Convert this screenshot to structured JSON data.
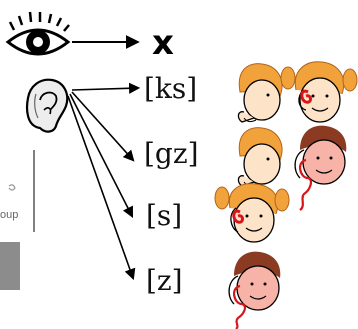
{
  "grapheme": "x",
  "phonemes": [
    {
      "text": "[ks]",
      "cues": [
        "mouth-touch",
        "ear-touch-girl"
      ]
    },
    {
      "text": "[gz]",
      "cues": [
        "mouth-touch",
        "ear-touch-boy"
      ]
    },
    {
      "text": "[s]",
      "cues": [
        "ear-touch-girl"
      ]
    },
    {
      "text": "[z]",
      "cues": [
        "ear-touch-boy"
      ]
    }
  ],
  "logo_fragment": "oup",
  "colors": {
    "line": "#000000",
    "hair": "#f2a23a",
    "skin": "#fde3c8",
    "boy_hair": "#8a3b22",
    "boy_skin": "#f7b3a8",
    "cue_red": "#d8151b",
    "gray_block": "#8c8c8c"
  },
  "icons": [
    "eye-icon",
    "ear-icon"
  ]
}
